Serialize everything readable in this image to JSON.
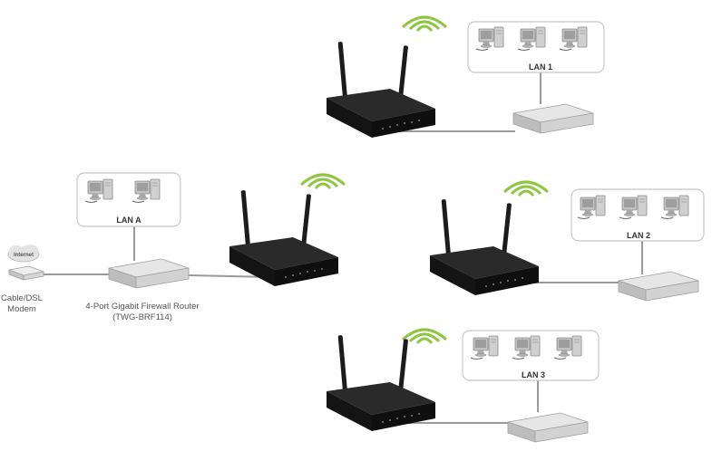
{
  "labels": {
    "lan_1": "LAN 1",
    "lan_2": "LAN 2",
    "lan_3": "LAN 3",
    "lan_a": "LAN A",
    "internet": "Internet",
    "modem_line1": "Cable/DSL",
    "modem_line2": "Modem",
    "router_line1": "4-Port Gigabit Firewall Router",
    "router_line2": "(TWG-BRF114)"
  },
  "colors": {
    "cable": "#9a9a9a",
    "wifi_arcs": "#8dc63f",
    "access_point": "#1f1f1f",
    "switch": "#dcdcdc",
    "panel_border": "#c8c8c8",
    "pc": "#b8b8b8"
  },
  "icons": [
    "wifi-icon",
    "computer-icon",
    "switch-icon",
    "access-point-icon",
    "cloud-icon",
    "modem-icon",
    "router-icon"
  ]
}
